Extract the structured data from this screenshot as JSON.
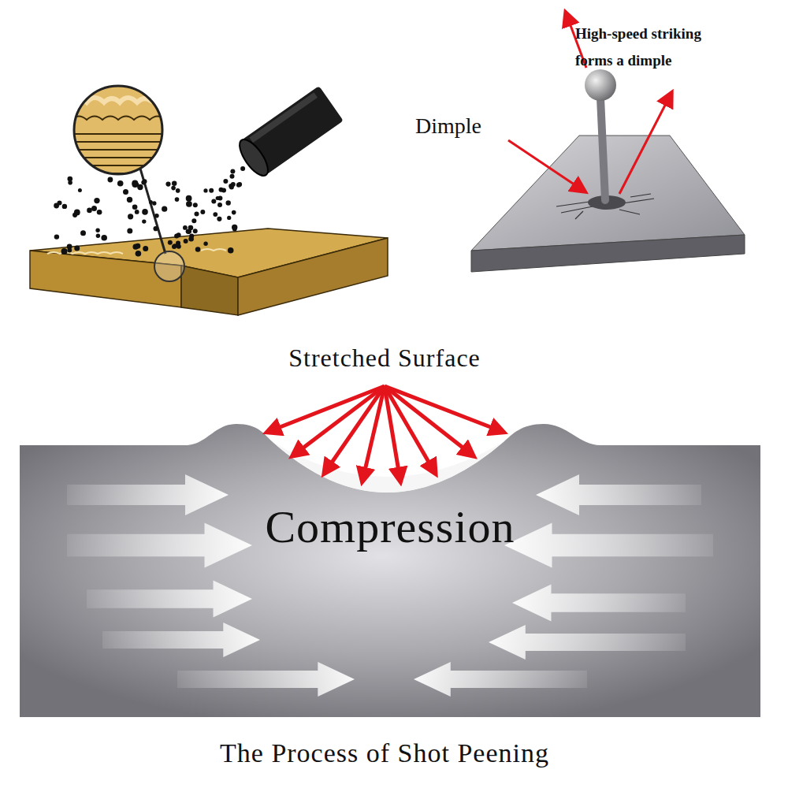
{
  "diagram": {
    "caption": "The Process of Shot Peening",
    "nodes": [
      {
        "text": [
          "Compression"
        ]
      }
    ],
    "labels": [
      "High-speed striking forms a dimple",
      "Dimple",
      "Stretched Surface"
    ]
  }
}
